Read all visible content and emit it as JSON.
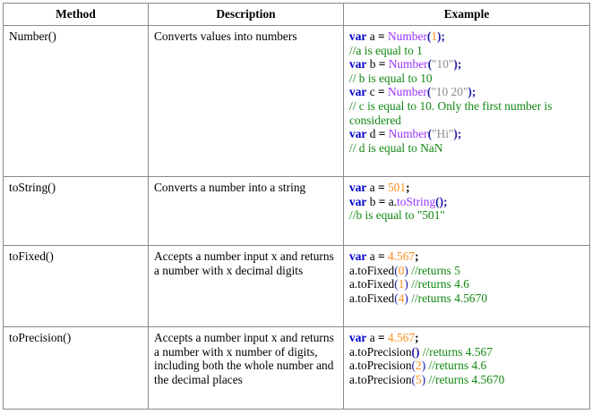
{
  "headers": [
    "Method",
    "Description",
    "Example"
  ],
  "rows": [
    {
      "method": "Number()",
      "description": "Converts values into numbers",
      "code": [
        [
          [
            "kw",
            "var"
          ],
          [
            "tx",
            " a "
          ],
          [
            "op",
            "="
          ],
          [
            "tx",
            " "
          ],
          [
            "fn",
            "Number"
          ],
          [
            "p",
            "("
          ],
          [
            "num",
            "1"
          ],
          [
            "p",
            ");"
          ]
        ],
        [
          [
            "cm",
            "//a is equal to 1"
          ]
        ],
        [
          [
            "kw",
            "var"
          ],
          [
            "tx",
            " b "
          ],
          [
            "op",
            "="
          ],
          [
            "tx",
            " "
          ],
          [
            "fn",
            "Number"
          ],
          [
            "p",
            "("
          ],
          [
            "str",
            "\"10\""
          ],
          [
            "p",
            ");"
          ]
        ],
        [
          [
            "cm",
            "// b is equal to 10"
          ]
        ],
        [
          [
            "kw",
            "var"
          ],
          [
            "tx",
            " c "
          ],
          [
            "op",
            "="
          ],
          [
            "tx",
            " "
          ],
          [
            "fn",
            "Number"
          ],
          [
            "p",
            "("
          ],
          [
            "str",
            "\"10 20\""
          ],
          [
            "p",
            ");"
          ]
        ],
        [
          [
            "cm",
            "// c is equal to 10. Only the first number is considered"
          ]
        ],
        [
          [
            "kw",
            "var"
          ],
          [
            "tx",
            " d "
          ],
          [
            "op",
            "="
          ],
          [
            "tx",
            " "
          ],
          [
            "fn",
            "Number"
          ],
          [
            "p",
            "("
          ],
          [
            "str",
            "\"Hi\""
          ],
          [
            "p",
            ");"
          ]
        ],
        [
          [
            "cm",
            "// d is equal to NaN"
          ]
        ]
      ]
    },
    {
      "method": "toString()",
      "description": "Converts a number into a string",
      "code": [
        [
          [
            "kw",
            "var"
          ],
          [
            "tx",
            " a "
          ],
          [
            "op",
            "="
          ],
          [
            "tx",
            " "
          ],
          [
            "num",
            "501"
          ],
          [
            "op",
            ";"
          ]
        ],
        [
          [
            "kw",
            "var"
          ],
          [
            "tx",
            " b "
          ],
          [
            "op",
            "="
          ],
          [
            "tx",
            " a."
          ],
          [
            "fn",
            "toString"
          ],
          [
            "p",
            "();"
          ]
        ],
        [
          [
            "cm",
            "//b is equal to \"501\""
          ]
        ]
      ]
    },
    {
      "method": "toFixed()",
      "description": "Accepts a number input x and returns a number with x decimal digits",
      "code": [
        [
          [
            "kw",
            "var"
          ],
          [
            "tx",
            " a "
          ],
          [
            "op",
            "="
          ],
          [
            "tx",
            " "
          ],
          [
            "num",
            "4.567"
          ],
          [
            "op",
            ";"
          ]
        ],
        [
          [
            "tx",
            "a.toFixed"
          ],
          [
            "pn",
            "("
          ],
          [
            "num",
            "0"
          ],
          [
            "pn",
            ")"
          ],
          [
            "tx",
            " "
          ],
          [
            "cm",
            "//returns 5"
          ]
        ],
        [
          [
            "tx",
            "a.toFixed"
          ],
          [
            "pn",
            "("
          ],
          [
            "num",
            "1"
          ],
          [
            "pn",
            ")"
          ],
          [
            "tx",
            " "
          ],
          [
            "cm",
            "//returns 4.6"
          ]
        ],
        [
          [
            "tx",
            "a.toFixed"
          ],
          [
            "pn",
            "("
          ],
          [
            "num",
            "4"
          ],
          [
            "pn",
            ")"
          ],
          [
            "tx",
            " "
          ],
          [
            "cm",
            "//returns 4.5670"
          ]
        ]
      ]
    },
    {
      "method": "toPrecision()",
      "description": "Accepts a number input x and returns a number with x number of digits, including both the whole number and the decimal places",
      "code": [
        [
          [
            "kw",
            "var"
          ],
          [
            "tx",
            " a "
          ],
          [
            "op",
            "="
          ],
          [
            "tx",
            " "
          ],
          [
            "num",
            "4.567"
          ],
          [
            "op",
            ";"
          ]
        ],
        [
          [
            "tx",
            "a.toPrecision"
          ],
          [
            "p",
            "()"
          ],
          [
            "tx",
            " "
          ],
          [
            "cm",
            "//returns 4.567"
          ]
        ],
        [
          [
            "tx",
            "a.toPrecision"
          ],
          [
            "pn",
            "("
          ],
          [
            "num",
            "2"
          ],
          [
            "pn",
            ")"
          ],
          [
            "tx",
            " "
          ],
          [
            "cm",
            "//returns 4.6"
          ]
        ],
        [
          [
            "tx",
            "a.toPrecision"
          ],
          [
            "pn",
            "("
          ],
          [
            "num",
            "5"
          ],
          [
            "pn",
            ")"
          ],
          [
            "tx",
            " "
          ],
          [
            "cm",
            "//returns 4.5670"
          ]
        ]
      ]
    }
  ]
}
